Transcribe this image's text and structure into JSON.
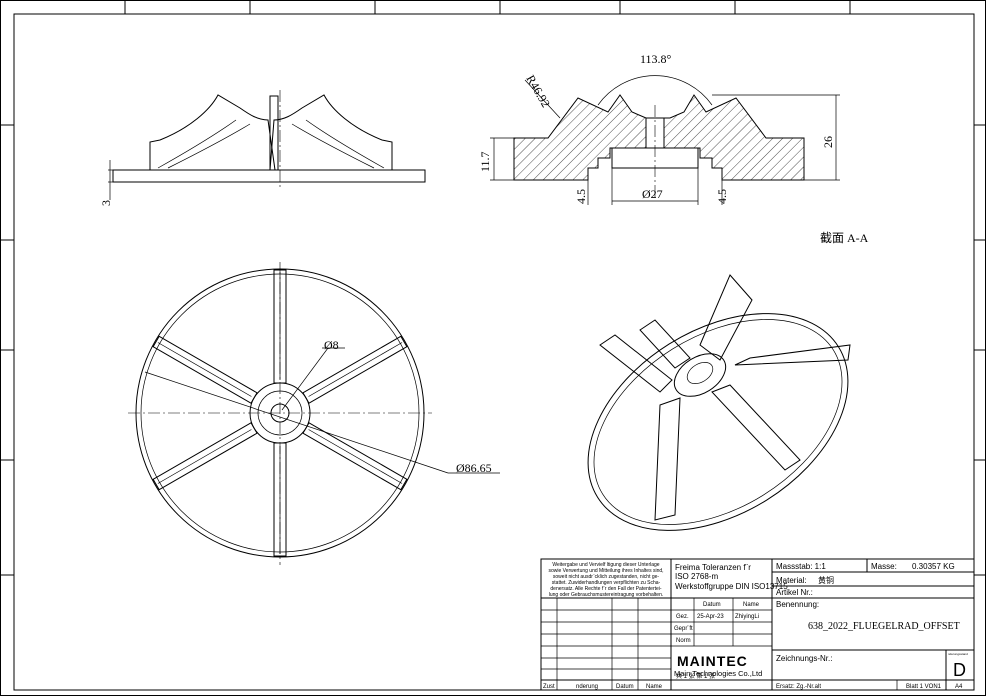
{
  "dimensions": {
    "side_thickness": "3",
    "section_angle": "113.8°",
    "section_radius": "R46.92",
    "section_height_left": "11.7",
    "section_height_right": "26",
    "section_bore_dia": "Ø27",
    "section_step_left": "4.5",
    "section_step_right": "4.5",
    "top_hub_dia": "Ø8",
    "top_outer_dia": "Ø86.65"
  },
  "section_label": "截面 A-A",
  "title_block": {
    "notice_lines": [
      "Weitergabe und Vervielf ltigung dieser Unterlage",
      "sowie Verwertung und Mitteilung ihres Inhaltes sind,",
      "soweit nicht ausdr¨cklich zugestanden, nicht ge-",
      "stattet. Zuwiderhandlungen verpflichten zu Scha-",
      "denersatz. Alle Rechte f¨r den Fall der Patentertei-",
      "lung oder Gebrauchsmustereintragung vorbehalten."
    ],
    "tolerance_1": "Freima  Toleranzen f¨r",
    "tolerance_2": "ISO 2768-m",
    "tolerance_3": "Werkstoffgruppe DIN ISO13715",
    "scale_label": "Massstab: 1:1",
    "mass_label": "Masse:",
    "mass_value": "0.30357  KG",
    "material_label": "Material:",
    "material_value": "黄铜",
    "article_label": "Artikel Nr.:",
    "name_label": "Benennung:",
    "name_value": "638_2022_FLUEGELRAD_OFFSET",
    "col_datum": "Datum",
    "col_name": "Name",
    "row_gez": "Gez.",
    "gez_date": "25-Apr-23",
    "gez_name": "ZhiyingLi",
    "row_gepr": "Gepr¨ft",
    "row_norm": "Norm",
    "company_logo": "MAINTEC",
    "company_name": "Main Technologies Co.,Ltd",
    "sheet_count": "共 1 张  第 1 张",
    "drawing_no_label": "Zeichnungs-Nr.:",
    "revision_label": "nderungsstand",
    "revision": "D",
    "zust": "Zust",
    "aenderung": "nderung",
    "datum_footer": "Datum",
    "name_footer": "Name",
    "ersatz": "Ersatz: Zg.-Nr.alt",
    "sheet": "Blatt 1 VON1",
    "format": "A4"
  }
}
